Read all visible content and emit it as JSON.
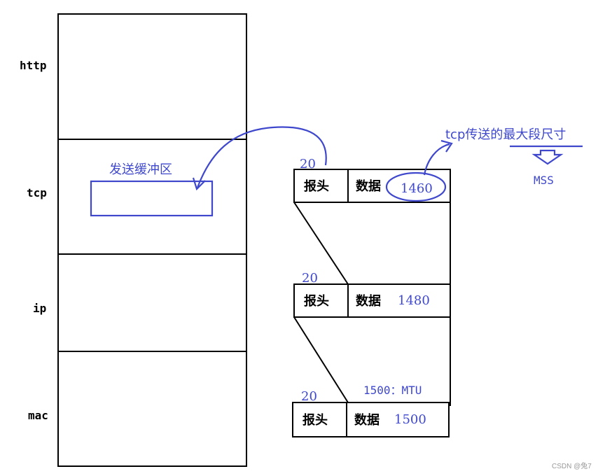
{
  "layers": {
    "http": "http",
    "tcp": "tcp",
    "ip": "ip",
    "mac": "mac"
  },
  "buffer_label": "发送缓冲区",
  "packets": [
    {
      "header_size": "20",
      "header_label": "报头",
      "data_label": "数据",
      "data_size": "1460"
    },
    {
      "header_size": "20",
      "header_label": "报头",
      "data_label": "数据",
      "data_size": "1480"
    },
    {
      "header_size": "20",
      "header_label": "报头",
      "data_label": "数据",
      "data_size": "1500"
    }
  ],
  "mtu_label": "1500：MTU",
  "mss_annotation": "tcp传送的最大段尺寸",
  "mss_label": "MSS",
  "watermark": "CSDN @兔7",
  "colors": {
    "annotation": "#3f48cc",
    "line": "#000000"
  }
}
